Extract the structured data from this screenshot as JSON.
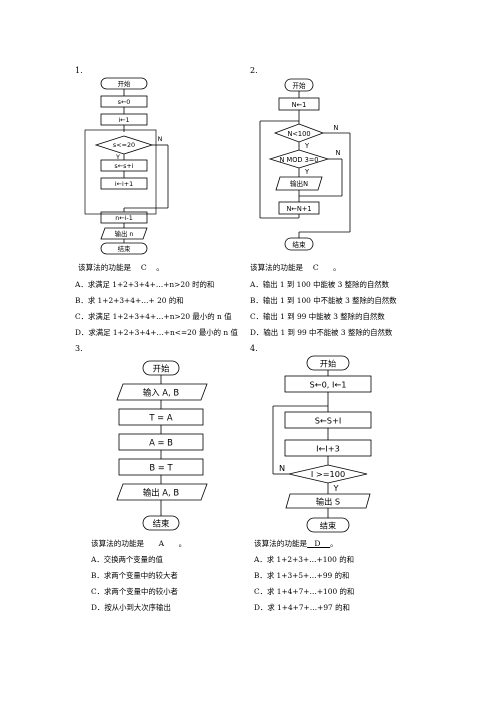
{
  "problems": [
    {
      "number": "1.",
      "flow": {
        "start": "开始",
        "s_init": "s←0",
        "i_init": "i←1",
        "cond": "s<=20",
        "no": "N",
        "yes": "Y",
        "s_add": "s←s+i",
        "i_inc": "i←i+1",
        "n_set": "n←i-1",
        "output": "输出 n",
        "end": "结束"
      },
      "question_prefix": "该算法的功能是",
      "answer": "C",
      "question_suffix": "。",
      "options": [
        "A．求满足 1+2+3+4+…+n>20 时的和",
        "B．求 1+2+3+4+…+ 20 的和",
        "C．求满足 1+2+3+4+…+n>20 最小的 n 值",
        "D．求满足 1+2+3+4+…+n<=20 最小的 n 值"
      ]
    },
    {
      "number": "2.",
      "flow": {
        "start": "开始",
        "n_init": "N←1",
        "cond1": "N<100",
        "cond2": "N MOD 3=0",
        "no1": "N",
        "no2": "N",
        "yes1": "Y",
        "yes2": "Y",
        "output": "输出N",
        "inc": "N←N+1",
        "end": "结束"
      },
      "question_prefix": "该算法的功能是",
      "answer": "C",
      "question_suffix": "。",
      "options": [
        "A．输出 1 到 100 中能被 3 整除的自然数",
        "B．输出 1 到 100 中不能被 3 整除的自然数",
        "C．输出 1 到 99 中能被 3 整除的自然数",
        "D．输出 1 到 99 中不能被 3 整除的自然数"
      ]
    },
    {
      "number": "3.",
      "flow": {
        "start": "开始",
        "input": "输入 A, B",
        "step1": "T = A",
        "step2": "A = B",
        "step3": "B = T",
        "output": "输出 A, B",
        "end": "结束"
      },
      "question_prefix": "该算法的功能是",
      "answer": "A",
      "question_suffix": "。",
      "options": [
        "A．交换两个变量的值",
        "B．求两个变量中的较大者",
        "C．求两个变量中的较小者",
        "D．按从小到大次序输出"
      ]
    },
    {
      "number": "4.",
      "flow": {
        "start": "开始",
        "init": "S←0, I←1",
        "add": "S←S+I",
        "inc": "I←I+3",
        "cond": "I >=100",
        "no": "N",
        "yes": "Y",
        "output": "输出 S",
        "end": "结束"
      },
      "question_prefix": "该算法的功能是",
      "answer": "D",
      "question_suffix": "。",
      "options": [
        "A．求 1+2+3+…+100 的和",
        "B．求 1+3+5+…+99 的和",
        "C．求 1+4+7+…+100 的和",
        "D．求 1+4+7+…+97 的和"
      ]
    }
  ]
}
